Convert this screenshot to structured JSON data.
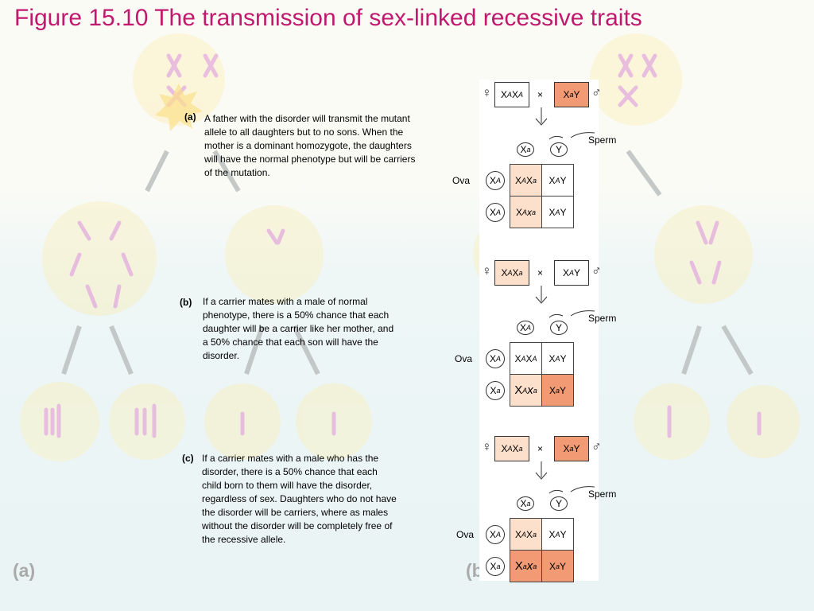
{
  "title": "Figure 15.10 The transmission of sex-linked recessive traits",
  "colors": {
    "title": "#c0196e",
    "carrier_cell": "#fde0cc",
    "affected_cell": "#f19a73",
    "normal_cell": "#ffffff"
  },
  "background_labels": {
    "left": "(a)",
    "right": "(b"
  },
  "panels": [
    {
      "label": "(a)",
      "text": [
        "A father with the disorder will transmit the mutant",
        "allele to all daughters but to no sons. When the",
        "mother is a dominant homozygote, the daughters",
        "will have the normal phenotype but will be carriers",
        "of the mutation."
      ],
      "female_symbol": "♀",
      "male_symbol": "♂",
      "times": "×",
      "mother": {
        "base": "X",
        "a1": "A",
        "mid": "X",
        "a2": "A",
        "fill": "normal"
      },
      "father": {
        "base": "X",
        "a1": "a",
        "mid": "Y",
        "fill": "affected"
      },
      "sperm_label": "Sperm",
      "ova_label": "Ova",
      "sperm": [
        "a",
        "Y"
      ],
      "ova": [
        "A",
        "A"
      ],
      "cells": [
        {
          "text1": "X",
          "sup1": "A",
          "text2": "X",
          "sup2": "a",
          "fill": "carrier"
        },
        {
          "text1": "X",
          "sup1": "A",
          "text2": "Y",
          "sup2": "",
          "fill": "normal"
        },
        {
          "text1": "X",
          "sup1": "A",
          "text2": "x",
          "sup2": "a",
          "fill": "carrier"
        },
        {
          "text1": "X",
          "sup1": "A",
          "text2": "Y",
          "sup2": "",
          "fill": "normal"
        }
      ]
    },
    {
      "label": "(b)",
      "text": [
        "If a carrier mates with a male of normal",
        "phenotype, there is a 50% chance that each",
        "daughter will be a carrier like her mother, and",
        "a 50% chance that each son will have the",
        "disorder."
      ],
      "female_symbol": "♀",
      "male_symbol": "♂",
      "times": "×",
      "mother": {
        "base": "X",
        "a1": "A",
        "mid": "X",
        "a2": "a",
        "fill": "carrier"
      },
      "father": {
        "base": "X",
        "a1": "A",
        "mid": "Y",
        "fill": "normal"
      },
      "sperm_label": "Sperm",
      "ova_label": "Ova",
      "sperm": [
        "A",
        "Y"
      ],
      "ova": [
        "A",
        "a"
      ],
      "cells": [
        {
          "text1": "X",
          "sup1": "A",
          "text2": "X",
          "sup2": "A",
          "fill": "normal"
        },
        {
          "text1": "X",
          "sup1": "A",
          "text2": "Y",
          "sup2": "",
          "fill": "normal"
        },
        {
          "text1": "X",
          "sup1": "A",
          "text2": "x",
          "sup2": "a",
          "fill": "carrier"
        },
        {
          "text1": "X",
          "sup1": "a",
          "text2": "Y",
          "sup2": "",
          "fill": "affected"
        }
      ]
    },
    {
      "label": "(c)",
      "text": [
        "If a carrier mates with a male who has the",
        "disorder, there is a 50% chance that each",
        "child born to them will have the disorder,",
        "regardless of sex. Daughters who do not have",
        "the disorder will be carriers, where as males",
        "without the disorder will be completely free of",
        "the recessive allele."
      ],
      "female_symbol": "♀",
      "male_symbol": "♂",
      "times": "×",
      "mother": {
        "base": "X",
        "a1": "A",
        "mid": "X",
        "a2": "a",
        "fill": "carrier"
      },
      "father": {
        "base": "X",
        "a1": "a",
        "mid": "Y",
        "fill": "affected"
      },
      "sperm_label": "Sperm",
      "ova_label": "Ova",
      "sperm": [
        "a",
        "Y"
      ],
      "ova": [
        "A",
        "a"
      ],
      "cells": [
        {
          "text1": "X",
          "sup1": "A",
          "text2": "X",
          "sup2": "a",
          "fill": "carrier"
        },
        {
          "text1": "X",
          "sup1": "A",
          "text2": "Y",
          "sup2": "",
          "fill": "normal"
        },
        {
          "text1": "X",
          "sup1": "a",
          "text2": "x",
          "sup2": "a",
          "fill": "affected"
        },
        {
          "text1": "X",
          "sup1": "a",
          "text2": "Y",
          "sup2": "",
          "fill": "affected"
        }
      ]
    }
  ]
}
